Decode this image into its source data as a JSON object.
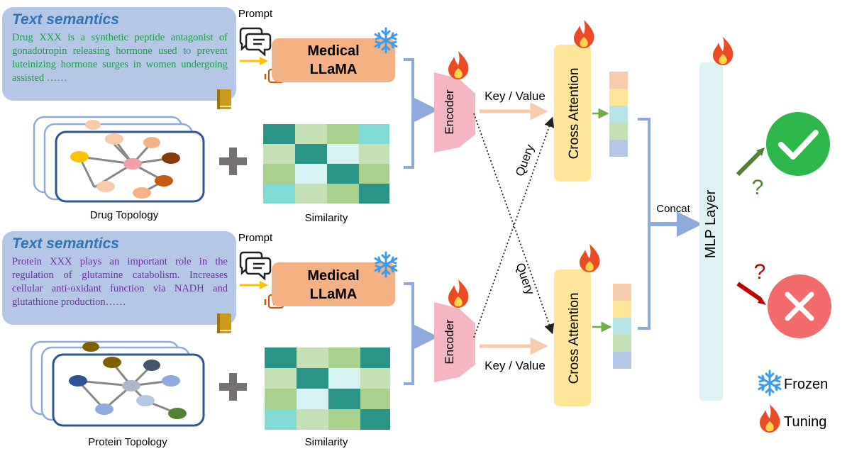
{
  "drug": {
    "text_title": "Text semantics",
    "text_body": "Drug XXX is a synthetic peptide antagonist of gonadotropin releasing hormone used to prevent luteinizing hormone surges in women undergoing assisted ……",
    "prompt_label": "Prompt",
    "llama_label_1": "Medical",
    "llama_label_2": "LLaMA",
    "topology_label": "Drug Topology",
    "similarity_label": "Similarity",
    "encoder_label": "Encoder",
    "kv_label": "Key / Value",
    "query_label": "Query",
    "cross_attention_label": "Cross Attention",
    "body_color": "#1e9e48"
  },
  "protein": {
    "text_title": "Text semantics",
    "text_body": "Protein XXX plays an important role in the regulation of glutamine catabolism. Increases cellular anti-oxidant function via NADH and glutathione production……",
    "prompt_label": "Prompt",
    "llama_label_1": "Medical",
    "llama_label_2": "LLaMA",
    "topology_label": "Protein Topology",
    "similarity_label": "Similarity",
    "encoder_label": "Encoder",
    "kv_label": "Key / Value",
    "query_label": "Query",
    "cross_attention_label": "Cross Attention",
    "body_color": "#7030a0"
  },
  "concat_label": "Concat",
  "mlp_label": "MLP  Layer",
  "legend": {
    "frozen": "Frozen",
    "tuning": "Tuning"
  },
  "colors": {
    "textbox_bg": "#b4c7e7",
    "title_blue": "#2e75b6",
    "llama_orange": "#f4b183",
    "encoder_pink": "#f4b6c2",
    "cross_attention_yellow": "#ffe699",
    "mlp_cyan": "#dff2f3",
    "bracket_blue": "#8faadc",
    "check_green": "#2eb84b",
    "cross_red": "#f26b6b",
    "prompt_arrow": "#ffc000",
    "teal_dark": "#2a9486",
    "green_light": "#a9d18e",
    "green_pale": "#c5e0b4",
    "cyan_light": "#7fdbd3",
    "cyan_pale": "#d6f2f2"
  },
  "icons": [
    "prompt-speech-icon",
    "robot-icon",
    "book-icon",
    "snowflake-icon",
    "flame-icon",
    "checkmark-icon",
    "cross-icon",
    "question-icon"
  ]
}
